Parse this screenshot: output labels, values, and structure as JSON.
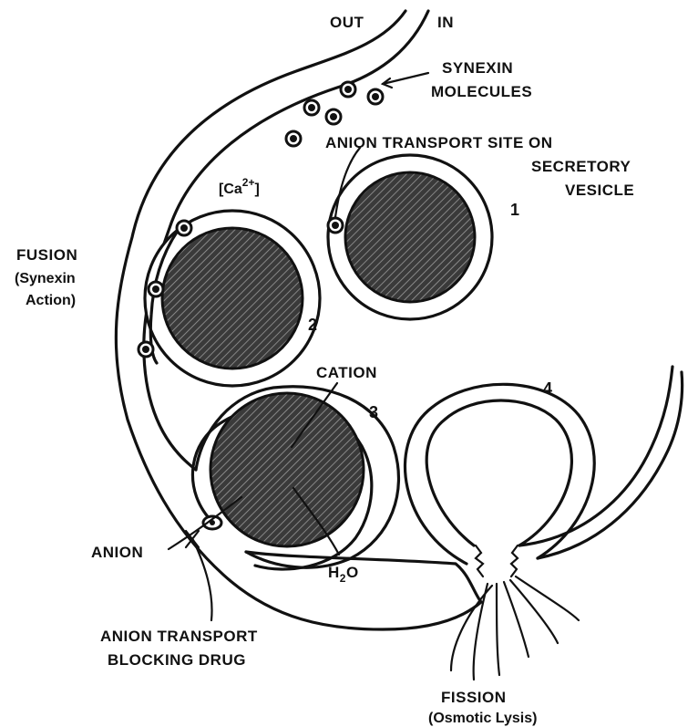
{
  "labels": {
    "out": "OUT",
    "in": "IN",
    "synexin_line1": "SYNEXIN",
    "synexin_line2": "MOLECULES",
    "anion_site_line1": "ANION TRANSPORT SITE ON",
    "anion_site_line2": "SECRETORY",
    "anion_site_line3": "VESICLE",
    "calcium_prefix": "[Ca",
    "calcium_charge": "2+",
    "calcium_suffix": "]",
    "fusion_line1": "FUSION",
    "fusion_line2": "(Synexin",
    "fusion_line3": "Action)",
    "cation": "CATION",
    "anion": "ANION",
    "water_h": "H",
    "water_sub": "2",
    "water_o": "O",
    "blocking_line1": "ANION TRANSPORT",
    "blocking_line2": "BLOCKING DRUG",
    "fission": "FISSION",
    "fission_sub": "(Osmotic Lysis)"
  },
  "stage_numbers": [
    "1",
    "2",
    "3",
    "4"
  ],
  "colors": {
    "ink": "#111111",
    "paper": "#ffffff"
  }
}
